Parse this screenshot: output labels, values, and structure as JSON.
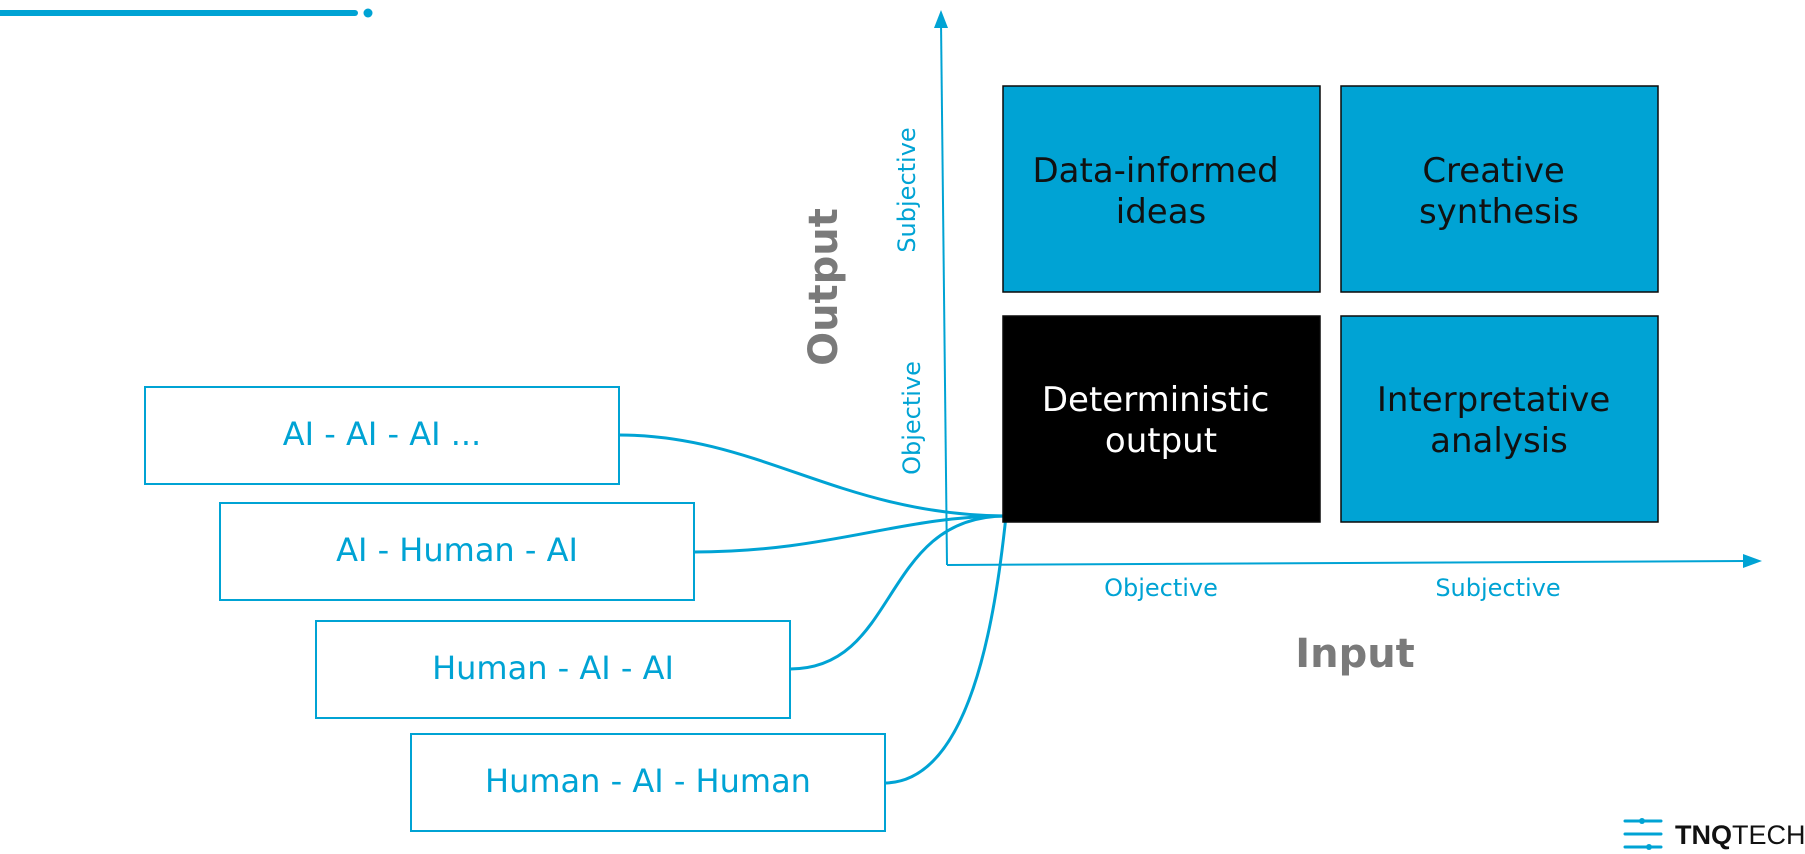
{
  "colors": {
    "accent": "#00A3D4",
    "quadrant_fill": "#00A3D4",
    "highlight_fill": "#000000",
    "axis_title": "#7a7a7a",
    "dark_text": "#111111"
  },
  "axes": {
    "y_title": "Output",
    "x_title": "Input",
    "y_ticks": [
      "Subjective",
      "Objective"
    ],
    "x_ticks": [
      "Objective",
      "Subjective"
    ]
  },
  "quadrants": [
    {
      "lines": [
        "Data-informed",
        "ideas"
      ],
      "highlight": false
    },
    {
      "lines": [
        "Creative",
        "synthesis"
      ],
      "highlight": false
    },
    {
      "lines": [
        "Deterministic",
        "output"
      ],
      "highlight": true
    },
    {
      "lines": [
        "Interpretative",
        "analysis"
      ],
      "highlight": false
    }
  ],
  "workflows": [
    "AI - AI - AI ...",
    "AI - Human - AI",
    "Human - AI - AI",
    "Human - AI - Human"
  ],
  "logo": {
    "text_bold": "TNQ",
    "text_light": "TECH",
    "icon": "tnq-logo-icon"
  }
}
